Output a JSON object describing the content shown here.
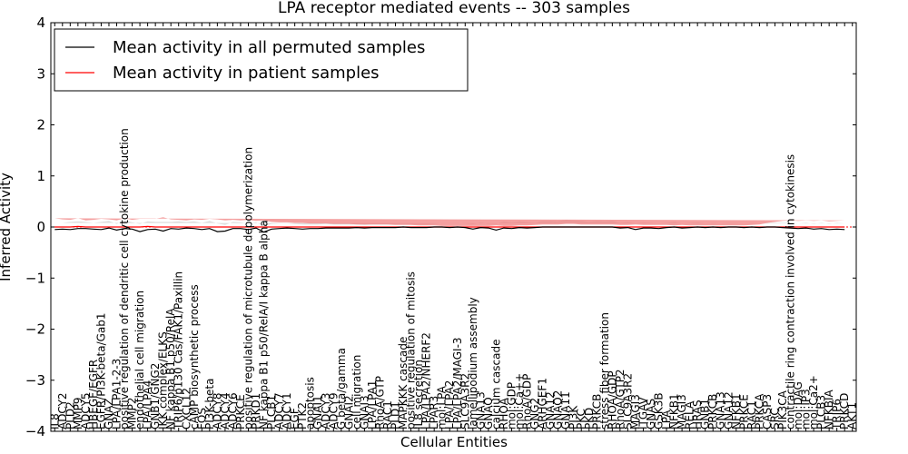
{
  "chart_data": {
    "type": "line",
    "title": "LPA receptor mediated events -- 303 samples",
    "xlabel": "Cellular Entities",
    "ylabel": "Inferred Activity",
    "ylim": [
      -4,
      4
    ],
    "yticks": [
      4,
      3,
      2,
      1,
      0,
      -1,
      -2,
      -3,
      -4
    ],
    "grid": false,
    "legend_position": "top-left",
    "legend": [
      {
        "label": "Mean activity in all permuted samples",
        "color": "#000000"
      },
      {
        "label": "Mean activity in patient samples",
        "color": "#ff0000"
      }
    ],
    "categories": [
      "IL8",
      "ADCY2",
      "PLD2",
      "MMP9",
      "ADCY5",
      "HBEGF/EGFR",
      "EGFR/PI3K-beta/Gab1",
      "GNAZ",
      "LPA/LPA1-2-3",
      "positive regulation of dendritic cell cytokine production",
      "MMP2",
      "endothelial cell migration",
      "LPA/LPA4",
      "GNB1/GNG2",
      "IKK complex/ELKS",
      "NF kappa B1 p50/RelA",
      "TRIP6/p130 Cas/FAK1/Paxillin",
      "CXCL12",
      "cAMP biosynthetic process",
      "FOS",
      "PI3K-beta",
      "ADCY8",
      "ADCY4",
      "ADCY6",
      "PRKCE",
      "positive regulation of microtubule depolymerization",
      "PRKD1",
      "NF kappa B1 p50/RelA/I kappa B alpha",
      "PLCB1",
      "ADCY7",
      "ADCY1",
      "EGF",
      "PTK2",
      "apoptosis",
      "GNAI1",
      "ADCY3",
      "ADCY9",
      "G beta/gamma",
      "GNAI2",
      "cell migration",
      "GNAI3",
      "LPA/LPA1",
      "RhoA/GTP",
      "RAC1",
      "PLD1",
      "MAPKKK cascade",
      "positive regulation of mitosis",
      "IL8 secretion",
      "LPA/LPA2/NHERF2",
      "LPAR3",
      "mol:LPA",
      "LPA/LPA2",
      "LPA/LPA2/MAGI-3",
      "SLC9A3R2",
      "lamellipodium assembly",
      "GNA13",
      "GNAQ",
      "calcium cascade",
      "RHOA",
      "mol:GDP",
      "mol:Ca++",
      "RhoA/GDP",
      "GNG2",
      "ARHGEF1",
      "GNA12",
      "GNAQ2",
      "GNA11",
      "PI3K",
      "PKC",
      "PKD",
      "PRKCB",
      "stress fiber formation",
      "RHOA/GDP",
      "RhoA/GTP2",
      "SLC9A3R2",
      "MAGI3",
      "ITGAV",
      "GNAS",
      "GSK3B",
      "LPA",
      "NFKB1",
      "MAGI3",
      "RELA",
      "HRAS",
      "GNB1",
      "PRKCB",
      "GNA13",
      "GNA12",
      "NFKB1",
      "PRKCE",
      "RAC1",
      "PRKCA",
      "CASP3",
      "SRC",
      "PIK3CA",
      "contractile ring contraction involved in cytokinesis",
      "mol:DAG",
      "mol:IP3",
      "mol:Ca2+",
      "PLCB3",
      "NFKBIA",
      "TRIP6",
      "PRKCD",
      "AKT1"
    ],
    "series": [
      {
        "name": "Mean activity in all permuted samples",
        "color": "#000000",
        "values": [
          -0.05,
          -0.04,
          -0.05,
          -0.03,
          -0.03,
          -0.04,
          -0.05,
          -0.02,
          -0.06,
          -0.03,
          -0.04,
          -0.09,
          -0.05,
          -0.04,
          -0.08,
          -0.03,
          -0.04,
          -0.02,
          -0.03,
          -0.05,
          -0.03,
          -0.09,
          -0.08,
          -0.03,
          -0.03,
          -0.05,
          -0.02,
          -0.1,
          -0.04,
          -0.03,
          -0.02,
          -0.03,
          -0.04,
          -0.03,
          -0.03,
          -0.02,
          -0.02,
          -0.02,
          -0.02,
          -0.01,
          -0.02,
          -0.01,
          -0.01,
          -0.01,
          -0.01,
          0.0,
          -0.01,
          -0.01,
          -0.01,
          0.0,
          0.0,
          -0.01,
          0.0,
          -0.01,
          -0.04,
          -0.01,
          -0.02,
          -0.06,
          -0.02,
          -0.03,
          -0.01,
          -0.02,
          -0.01,
          0.0,
          0.0,
          0.0,
          0.0,
          0.0,
          0.0,
          0.0,
          0.0,
          0.0,
          0.0,
          -0.02,
          -0.01,
          -0.05,
          -0.02,
          -0.02,
          -0.03,
          -0.01,
          0.0,
          -0.02,
          -0.01,
          0.0,
          -0.01,
          0.0,
          -0.01,
          0.0,
          0.0,
          -0.01,
          0.0,
          -0.01,
          0.0,
          0.0,
          -0.01,
          -0.02,
          -0.03,
          -0.02,
          -0.04,
          -0.03,
          -0.05,
          -0.04,
          -0.05
        ],
        "band": [
          0.13,
          0.12,
          0.15,
          0.14,
          0.13,
          0.12,
          0.15,
          0.14,
          0.12,
          0.16,
          0.13,
          0.15,
          0.16,
          0.14,
          0.18,
          0.13,
          0.15,
          0.12,
          0.14,
          0.13,
          0.15,
          0.16,
          0.12,
          0.13,
          0.12,
          0.12,
          0.11,
          0.12,
          0.1,
          0.1,
          0.09,
          0.09,
          0.09,
          0.08,
          0.08,
          0.08,
          0.07,
          0.07,
          0.07,
          0.06,
          0.06,
          0.06,
          0.06,
          0.06,
          0.06,
          0.06,
          0.06,
          0.06,
          0.06,
          0.06,
          0.08,
          0.09,
          0.08,
          0.08,
          0.09,
          0.1,
          0.08,
          0.12,
          0.13,
          0.12,
          0.12,
          0.12,
          0.09,
          0.12,
          0.12,
          0.11,
          0.14,
          0.13,
          0.12,
          0.1,
          0.12,
          0.11,
          0.12,
          0.1,
          0.11,
          0.12,
          0.11,
          0.1,
          0.1,
          0.09,
          0.1,
          0.09,
          0.09,
          0.09,
          0.08,
          0.08,
          0.08,
          0.08,
          0.08,
          0.08,
          0.08,
          0.08,
          0.08,
          0.08,
          0.09,
          0.1,
          0.1,
          0.1,
          0.1,
          0.11,
          0.11,
          0.12,
          0.12
        ]
      },
      {
        "name": "Mean activity in patient samples",
        "color": "#ff0000",
        "values": [
          0.0,
          0.0,
          0.0,
          0.01,
          0.0,
          0.0,
          0.0,
          0.0,
          0.0,
          0.0,
          0.0,
          0.0,
          0.01,
          0.0,
          0.0,
          0.0,
          0.0,
          0.0,
          0.0,
          0.0,
          0.0,
          0.0,
          0.0,
          0.0,
          0.0,
          0.0,
          0.0,
          0.0,
          0.0,
          0.0,
          0.0,
          0.0,
          0.0,
          0.0,
          0.0,
          0.0,
          0.0,
          0.0,
          0.0,
          0.0,
          0.0,
          0.0,
          0.0,
          0.0,
          0.0,
          0.0,
          0.0,
          0.0,
          0.0,
          0.0,
          0.0,
          0.0,
          0.0,
          0.0,
          0.0,
          0.0,
          0.0,
          0.0,
          0.0,
          0.0,
          0.0,
          0.0,
          0.0,
          0.0,
          0.0,
          0.0,
          0.0,
          0.0,
          0.0,
          0.0,
          0.0,
          0.0,
          0.0,
          0.0,
          0.0,
          0.0,
          0.0,
          0.0,
          0.0,
          0.0,
          0.0,
          0.0,
          0.0,
          0.0,
          0.0,
          0.0,
          0.0,
          0.0,
          0.0,
          0.0,
          0.0,
          0.0,
          0.0,
          0.0,
          0.0,
          0.0,
          0.0,
          0.0,
          0.0,
          0.0,
          0.0,
          0.0,
          0.0
        ],
        "band": [
          0.17,
          0.15,
          0.14,
          0.16,
          0.13,
          0.14,
          0.16,
          0.15,
          0.13,
          0.17,
          0.14,
          0.16,
          0.15,
          0.16,
          0.19,
          0.15,
          0.14,
          0.13,
          0.15,
          0.14,
          0.16,
          0.15,
          0.13,
          0.14,
          0.13,
          0.14,
          0.12,
          0.13,
          0.1,
          0.09,
          0.09,
          0.08,
          0.08,
          0.07,
          0.07,
          0.07,
          0.06,
          0.06,
          0.06,
          0.05,
          0.05,
          0.05,
          0.05,
          0.05,
          0.04,
          0.04,
          0.04,
          0.03,
          0.03,
          0.03,
          0.02,
          0.02,
          0.02,
          0.02,
          0.02,
          0.02,
          0.02,
          0.03,
          0.02,
          0.02,
          0.03,
          0.03,
          0.04,
          0.05,
          0.05,
          0.05,
          0.06,
          0.06,
          0.05,
          0.05,
          0.05,
          0.05,
          0.05,
          0.04,
          0.04,
          0.05,
          0.04,
          0.04,
          0.04,
          0.04,
          0.03,
          0.04,
          0.03,
          0.03,
          0.03,
          0.03,
          0.03,
          0.03,
          0.03,
          0.03,
          0.04,
          0.05,
          0.08,
          0.1,
          0.12,
          0.13,
          0.12,
          0.13,
          0.12,
          0.13,
          0.11,
          0.12,
          0.13
        ]
      }
    ]
  }
}
